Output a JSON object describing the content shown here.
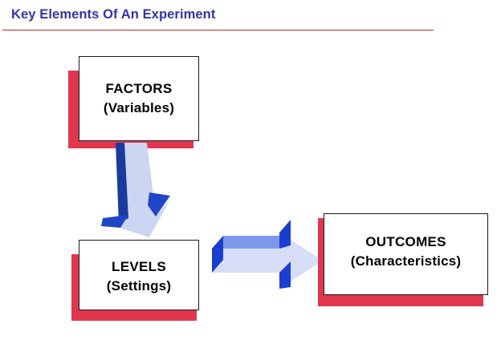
{
  "slide": {
    "title": "Key Elements Of An Experiment",
    "title_color": "#3333b0",
    "rule_color": "#cc2222",
    "background": "#ffffff"
  },
  "boxes": [
    {
      "id": "factors",
      "line1": "FACTORS",
      "line2": "(Variables)",
      "fill": "#ffffff",
      "border": "#1a1a1a",
      "shadow": "#e0374f"
    },
    {
      "id": "levels",
      "line1": "LEVELS",
      "line2": "(Settings)",
      "fill": "#ffffff",
      "border": "#1a1a1a",
      "shadow": "#e0374f"
    },
    {
      "id": "outcomes",
      "line1": "OUTCOMES",
      "line2": "(Characteristics)",
      "fill": "#ffffff",
      "border": "#1a1a1a",
      "shadow": "#e0374f"
    }
  ],
  "arrows": [
    {
      "id": "arrow-down",
      "name": "down-arrow-icon",
      "direction": "down",
      "from": "factors",
      "to": "levels",
      "body_color": "#ccd5f2",
      "side_color": "#1b3a9e",
      "edge_color": "#2046c8"
    },
    {
      "id": "arrow-right",
      "name": "right-arrow-icon",
      "direction": "right",
      "from": "levels",
      "to": "outcomes",
      "body_color": "#d6def7",
      "top_color": "#7d9aea",
      "side_color": "#1a3fd0",
      "edge_color": "#2046c8"
    }
  ]
}
